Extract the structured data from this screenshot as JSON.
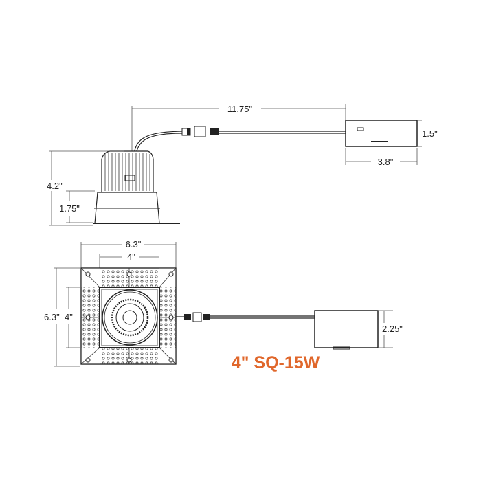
{
  "side_view": {
    "cable_length": "11.75\"",
    "driver_height": "1.5\"",
    "driver_length": "3.8\"",
    "total_height": "4.2\"",
    "trim_height": "1.75\""
  },
  "plan_view": {
    "outer_width": "6.3\"",
    "inner_width": "4\"",
    "outer_height": "6.3\"",
    "inner_height": "4\"",
    "driver_width": "2.25\""
  },
  "product_title": "4\" SQ-15W",
  "colors": {
    "title": "#E0672B",
    "line": "#222222"
  }
}
